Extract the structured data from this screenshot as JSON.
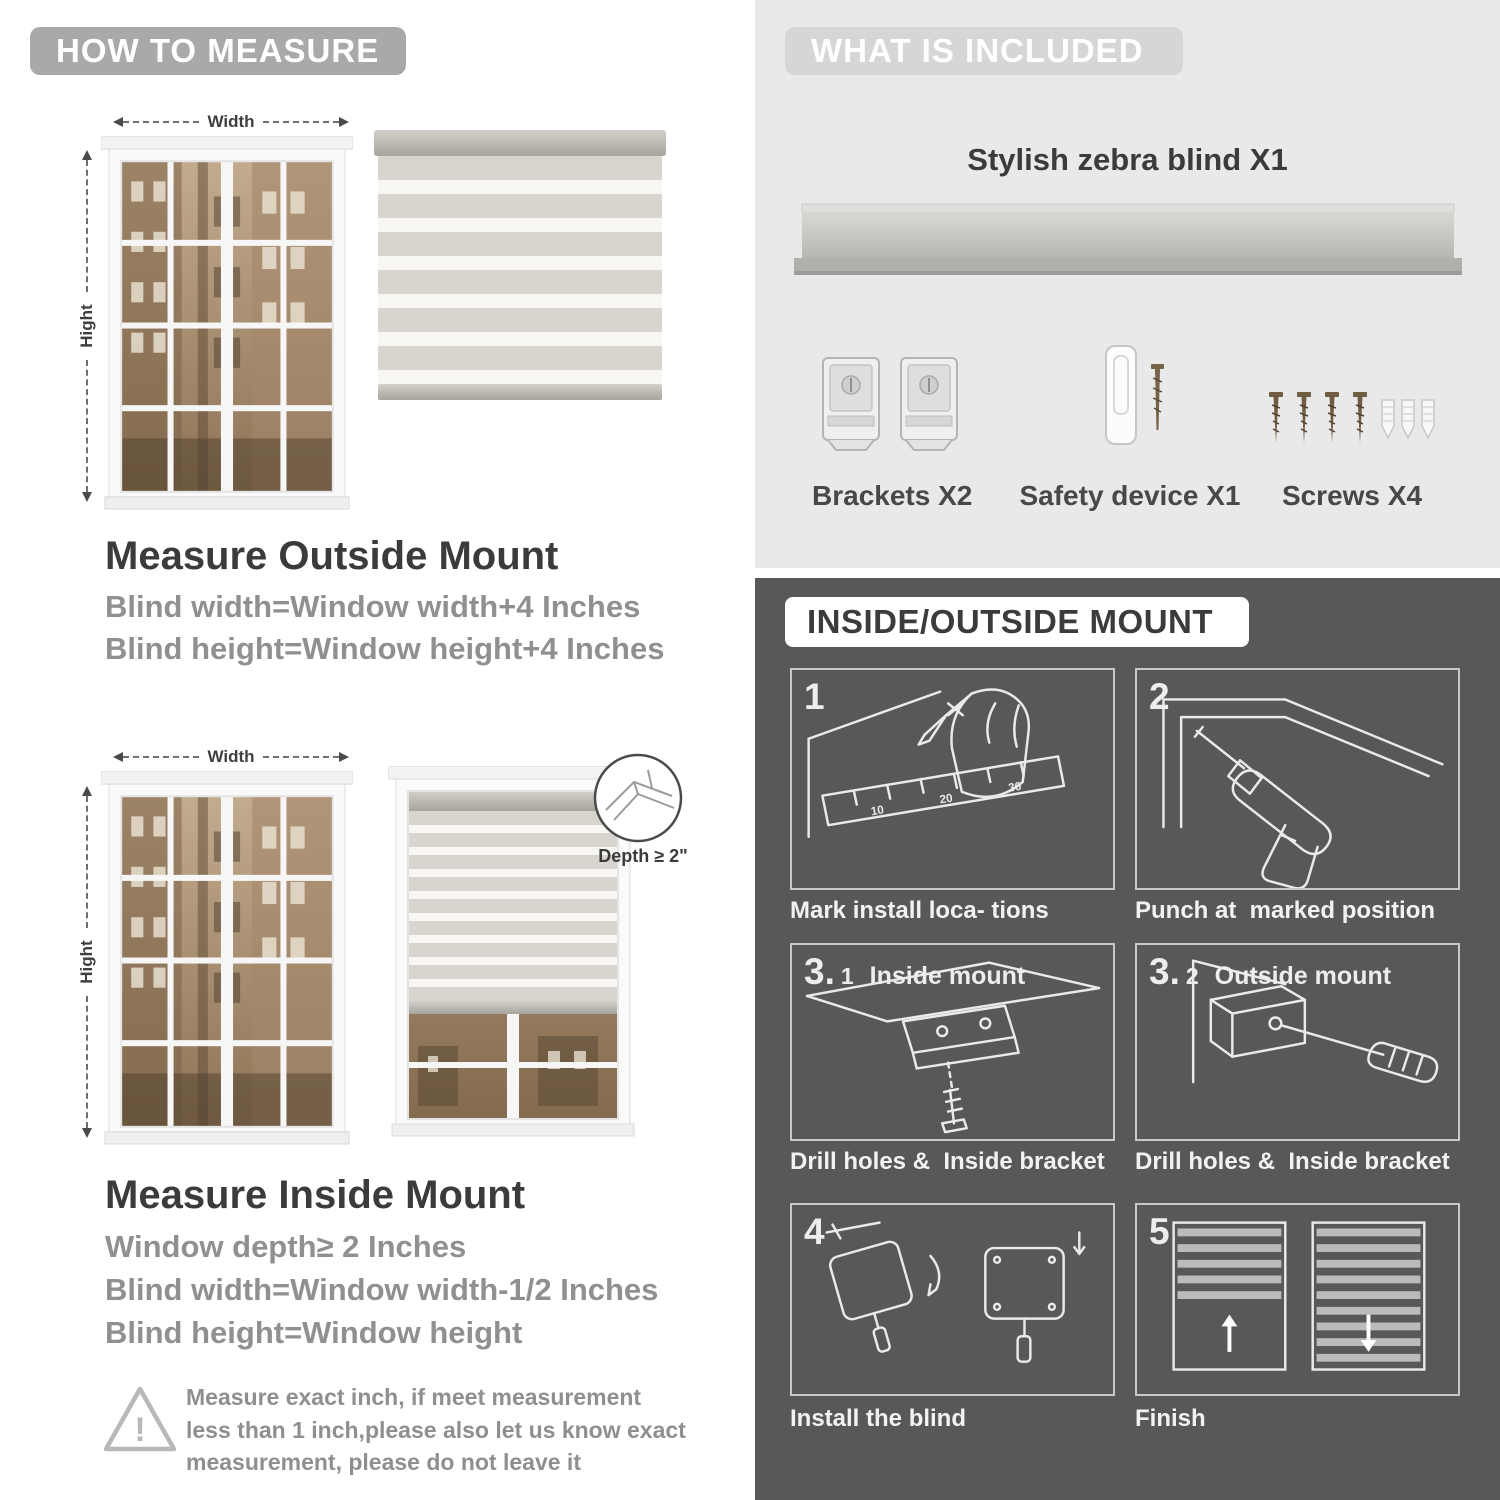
{
  "measure": {
    "header": "HOW TO MEASURE",
    "width_label": "Width",
    "height_label": "Hight",
    "outside": {
      "title": "Measure Outside Mount",
      "line1": "Blind width=Window width+4 Inches",
      "line2": "Blind height=Window height+4 Inches"
    },
    "inside": {
      "depth_label": "Depth ≥ 2\"",
      "title": "Measure Inside Mount",
      "line1": "Window depth≥ 2 Inches",
      "line2": "Blind width=Window width-1/2 Inches",
      "line3": "Blind height=Window height"
    },
    "note": "Measure exact inch, if meet measurement less than 1 inch,please also let us know exact measurement, please do not leave it"
  },
  "included": {
    "header": "WHAT IS INCLUDED",
    "blind_label": "Stylish zebra blind X1",
    "brackets_label": "Brackets X2",
    "safety_label": "Safety device X1",
    "screws_label": "Screws X4"
  },
  "mount": {
    "header": "INSIDE/OUTSIDE MOUNT",
    "ruler_marks": [
      "10",
      "20",
      "30"
    ],
    "steps": [
      {
        "num": "1",
        "num_small": "",
        "sub": "",
        "caption": "Mark install loca- tions"
      },
      {
        "num": "2",
        "num_small": "",
        "sub": "",
        "caption": "Punch at  marked position"
      },
      {
        "num": "3.",
        "num_small": "1",
        "sub": "Inside mount",
        "caption": "Drill holes &  Inside bracket"
      },
      {
        "num": "3.",
        "num_small": "2",
        "sub": "Outside mount",
        "caption": "Drill holes &  Inside bracket"
      },
      {
        "num": "4",
        "num_small": "",
        "sub": "",
        "caption": "Install the blind"
      },
      {
        "num": "5",
        "num_small": "",
        "sub": "",
        "caption": "Finish"
      }
    ]
  },
  "colors": {
    "pill_gray": "#a9a9a9",
    "included_pill": "#d6d6d6",
    "light_panel": "#e9e9e9",
    "dark_panel": "#58585a",
    "heading": "#3b3b3b",
    "body_text": "#909090"
  }
}
